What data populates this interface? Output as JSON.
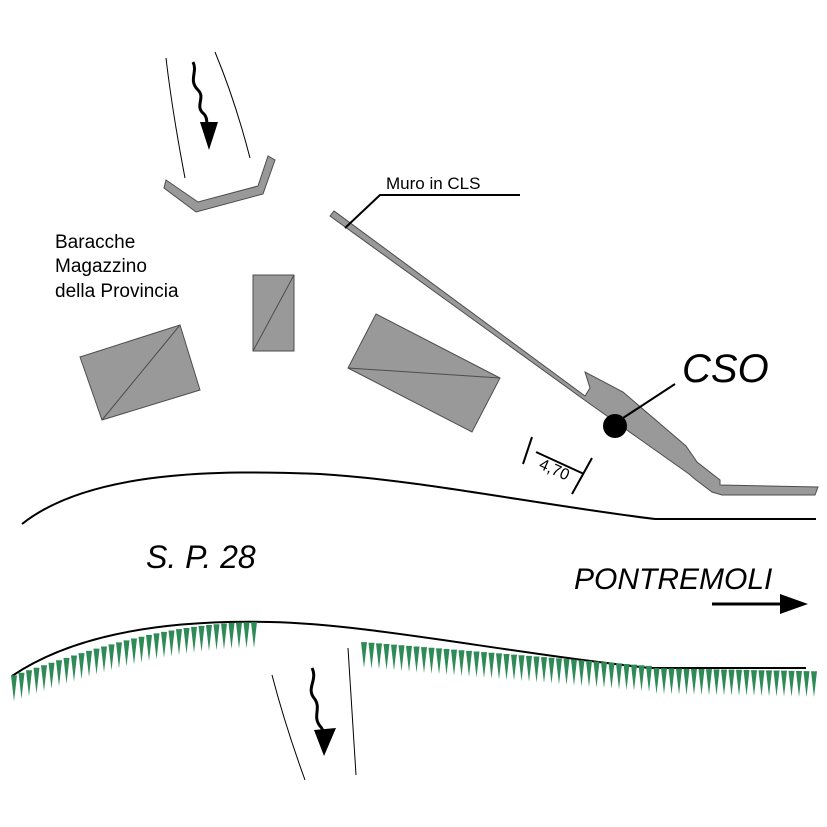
{
  "labels": {
    "baracche_line1": "Baracche",
    "baracche_line2": "Magazzino",
    "baracche_line3": "della Provincia",
    "muro": "Muro in CLS",
    "cso": "CSO",
    "dimension": "4,70",
    "road": "S. P. 28",
    "direction": "PONTREMOLI"
  },
  "colors": {
    "structure_fill": "#999999",
    "structure_stroke": "#4d4d4d",
    "vegetation": "#2e8b57",
    "line": "#000000"
  }
}
